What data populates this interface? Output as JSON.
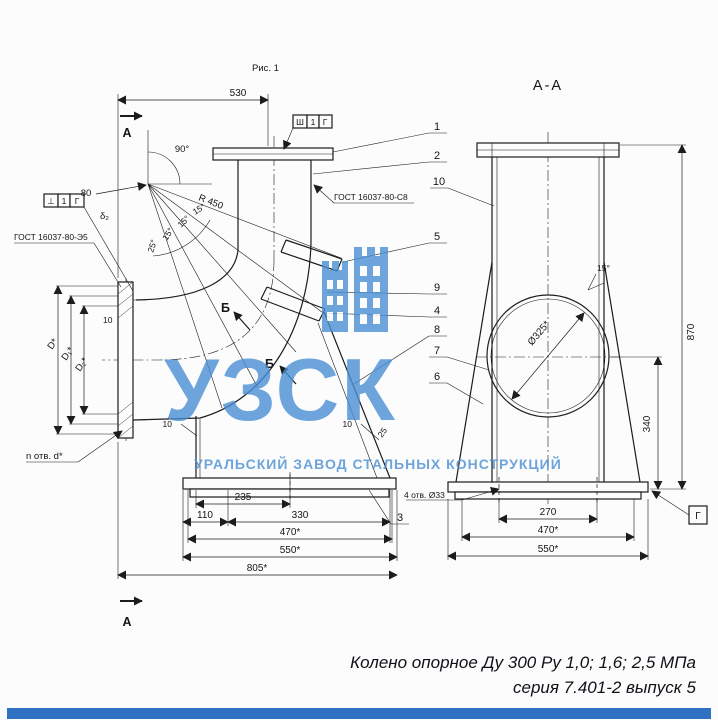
{
  "meta": {
    "fig_label": "Рис. 1",
    "title_line1": "Колено опорное Ду 300 Ру 1,0; 1,6; 2,5 МПа",
    "title_line2": "серия 7.401-2 выпуск 5"
  },
  "watermark": {
    "logo": "УЗСК",
    "subtitle": "УРАЛЬСКИЙ ЗАВОД СТАЛЬНЫХ КОНСТРУКЦИЙ"
  },
  "main_view": {
    "section_a_top": "А",
    "section_a_bottom": "А",
    "dim_530": "530",
    "angle_90": "90°",
    "angle_25": "25°",
    "angle_15_1": "15°",
    "angle_15_2": "15°",
    "angle_15_3": "15°",
    "radius_r450": "R 450",
    "dim_80": "80",
    "delta2": "δ₂",
    "weld_top_cells": [
      "Ш",
      "1",
      "Г"
    ],
    "weld_left_cells": [
      "⊥",
      "1",
      "Г"
    ],
    "gost_left": "ГОСТ 16037-80-Э5",
    "gost_right": "ГОСТ 16037-80-С8",
    "dia_d": "D*",
    "dia_d1": "D₁*",
    "dia_d2": "D₂*",
    "flange_thk": "10",
    "holes_note": "n отв. d*",
    "sec_b_1": "Б",
    "sec_b_2": "Б",
    "thk_left": "10",
    "thk_right": "10",
    "thk_wall": "25",
    "dim_235": "235",
    "dim_110": "110",
    "dim_330": "330",
    "dim_470": "470*",
    "dim_550": "550*",
    "dim_805": "805*",
    "callout_1": "1",
    "callout_2": "2",
    "callout_3": "3",
    "callout_4": "4",
    "callout_5": "5",
    "callout_6": "6",
    "callout_7": "7",
    "callout_8": "8",
    "callout_9": "9"
  },
  "section_view": {
    "label": "А-А",
    "callout_10": "10",
    "dim_870": "870",
    "dim_340": "340",
    "hole_dia": "Ø325*",
    "angle_15": "15°",
    "base_holes_note": "4 отв. Ø33",
    "dim_270": "270",
    "dim_470": "470*",
    "dim_550": "550*",
    "datum_g": "Г"
  },
  "colors": {
    "watermark_blue": "#4a8fd4",
    "footer_bar_blue": "#2f72c4",
    "line_dark": "#1c1c1c"
  }
}
